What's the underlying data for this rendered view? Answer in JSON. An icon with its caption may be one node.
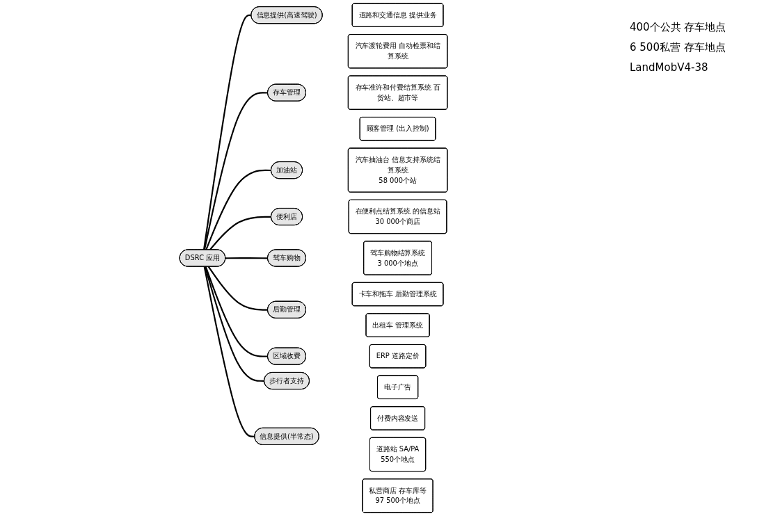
{
  "diagram": {
    "nodes": [
      {
        "text": [
          "汽车渡轮费用 自动检票和结算系统"
        ]
      },
      {
        "text": [
          "存车准许和付费结算系统 百货站、超市等"
        ]
      },
      {
        "text": [
          "存车管理"
        ]
      },
      {
        "text": [
          "道路和交通信息 提供业务"
        ]
      },
      {
        "text": [
          "汽车抽油台 信息支持系统结算系统",
          "58 000个站"
        ]
      },
      {
        "text": [
          "信息提供(高速驾驶)"
        ]
      },
      {
        "text": [
          "加油站"
        ]
      },
      {
        "text": [
          "顾客管理 (出入控制)"
        ]
      },
      {
        "text": [
          "电子广告"
        ]
      },
      {
        "text": [
          "在便利点结算系统 的信息站",
          "30 000个商店"
        ]
      },
      {
        "text": [
          "付费内容发送"
        ]
      },
      {
        "text": [
          "信息提供(半常态)"
        ]
      },
      {
        "text": [
          "便利店"
        ]
      },
      {
        "text": [
          "DSRC 应用"
        ]
      },
      {
        "text": [
          "道路站 SA/PA",
          "550个地点"
        ]
      },
      {
        "text": [
          "私营商店 存车库等",
          "97 500个地点"
        ]
      },
      {
        "text": [
          "ERP 道路定价"
        ]
      },
      {
        "text": [
          "区域收费"
        ]
      },
      {
        "text": [
          "驾车购物结算系统",
          "3 000个地点"
        ]
      },
      {
        "text": [
          "驾车购物"
        ]
      },
      {
        "text": [
          "步行者支持"
        ]
      },
      {
        "text": [
          "后勤管理"
        ]
      },
      {
        "text": [
          "卡车和拖车 后勤管理系统"
        ]
      },
      {
        "text": [
          "出租车 管理系统"
        ]
      }
    ],
    "edges": [
      {
        "from": 13,
        "to": 5,
        "arrow": "none"
      },
      {
        "from": 13,
        "to": 2,
        "arrow": "none"
      },
      {
        "from": 13,
        "to": 6,
        "arrow": "none"
      },
      {
        "from": 13,
        "to": 12,
        "arrow": "none"
      },
      {
        "from": 13,
        "to": 19,
        "arrow": "none"
      },
      {
        "from": 13,
        "to": 21,
        "arrow": "none"
      },
      {
        "from": 13,
        "to": 20,
        "arrow": "none"
      },
      {
        "from": 13,
        "to": 17,
        "arrow": "none"
      },
      {
        "from": 13,
        "to": 11,
        "arrow": "none"
      }
    ],
    "labels": [
      "400个公共 存车地点",
      "6 500私营 存车地点",
      "LandMobV4-38"
    ]
  }
}
